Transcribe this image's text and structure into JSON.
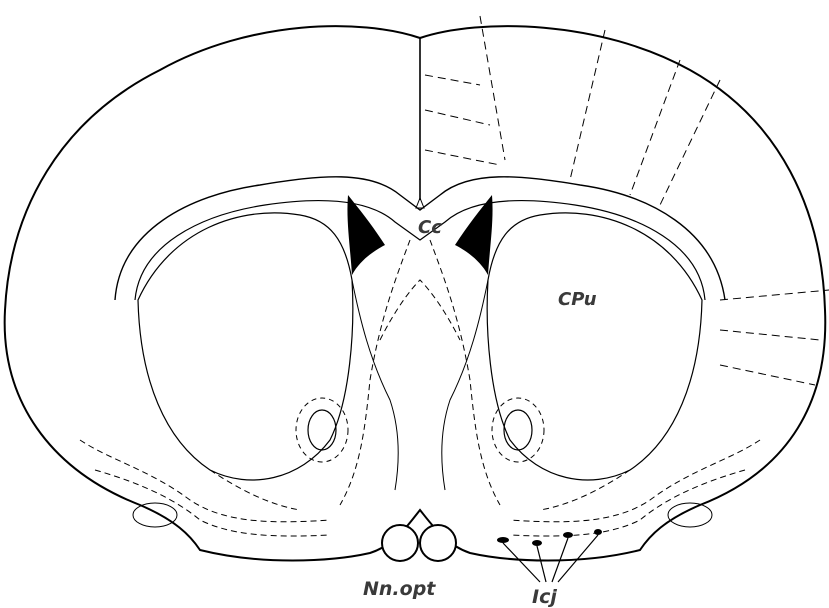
{
  "labels": {
    "cc": "Cc",
    "cpu": "CPu",
    "nn_opt": "Nn.opt",
    "icj": "Icj"
  },
  "colors": {
    "background": "#ffffff",
    "outline": "#000000",
    "label": "#3a3a3a"
  }
}
